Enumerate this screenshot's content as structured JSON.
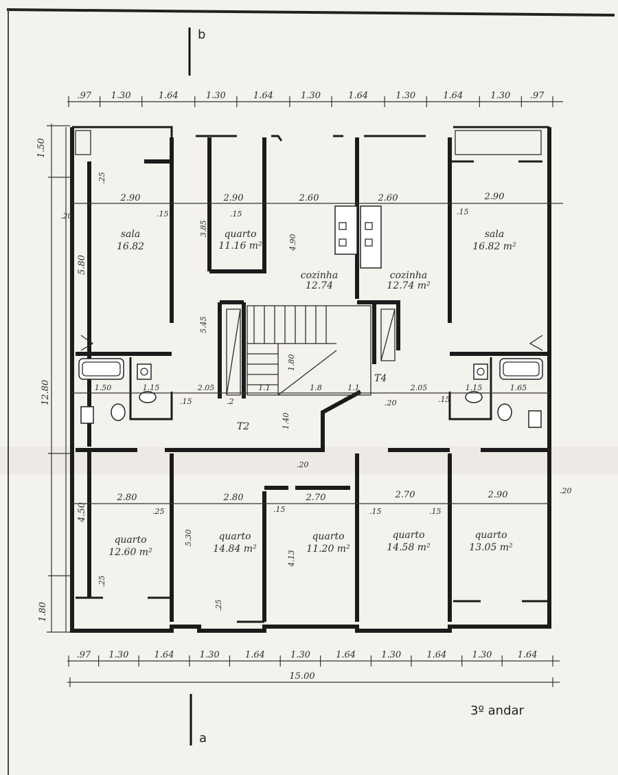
{
  "sheet": {
    "floor_label": "3º andar",
    "section_top": "b",
    "section_bottom": "a"
  },
  "dims_top": [
    ".97",
    "1.30",
    "1.64",
    "1.30",
    "1.64",
    "1.30",
    "1.64",
    "1.30",
    "1.64",
    "1.30",
    ".97"
  ],
  "dims_bottom": [
    ".97",
    "1.30",
    "1.64",
    "1.30",
    "1.64",
    "1.30",
    "1.64",
    "1.30",
    "1.64",
    "1.30",
    "1.64"
  ],
  "dim_total_bottom": "15.00",
  "dims_left": [
    {
      "label": "1.50"
    },
    {
      "label": "5.80"
    },
    {
      "label": "12.80"
    },
    {
      "label": "4.50"
    },
    {
      "label": "1.80"
    }
  ],
  "rooms": [
    {
      "id": "sala-left",
      "name": "sala",
      "area": "16.82"
    },
    {
      "id": "quarto-top",
      "name": "quarto",
      "area": "11.16 m²"
    },
    {
      "id": "cozinha-left",
      "name": "cozinha",
      "area": "12.74"
    },
    {
      "id": "cozinha-right",
      "name": "cozinha",
      "area": "12.74 m²"
    },
    {
      "id": "sala-right",
      "name": "sala",
      "area": "16.82 m²"
    },
    {
      "id": "quarto-b1",
      "name": "quarto",
      "area": "12.60 m²"
    },
    {
      "id": "quarto-b2",
      "name": "quarto",
      "area": "14.84 m²"
    },
    {
      "id": "quarto-b3",
      "name": "quarto",
      "area": "11.20 m²"
    },
    {
      "id": "quarto-b4",
      "name": "quarto",
      "area": "14.58 m²"
    },
    {
      "id": "quarto-b5",
      "name": "quarto",
      "area": "13.05 m²"
    }
  ],
  "inner_dims": {
    "row1": [
      "2.90",
      "2.90",
      "2.60",
      "2.60",
      "2.90"
    ],
    "row2": [
      "1.50",
      "1.15",
      "2.05",
      "1.1",
      "1.8",
      "1.1",
      "2.05",
      "1.15",
      "1.65"
    ],
    "row3": [
      "2.80",
      "2.80",
      "2.70",
      "2.70",
      "2.90"
    ],
    "misc": [
      ".20",
      ".15",
      ".15",
      ".25",
      "3.85",
      "4.90",
      "5.45",
      "1.80",
      "1.40",
      ".20",
      ".20",
      ".15",
      ".15",
      ".25",
      ".25",
      "5.30",
      "4.13",
      ".25",
      ".15",
      ".15",
      ".20",
      ".2",
      ".15",
      ".15"
    ]
  },
  "markers": {
    "t2": "T2",
    "t4": "T4"
  }
}
